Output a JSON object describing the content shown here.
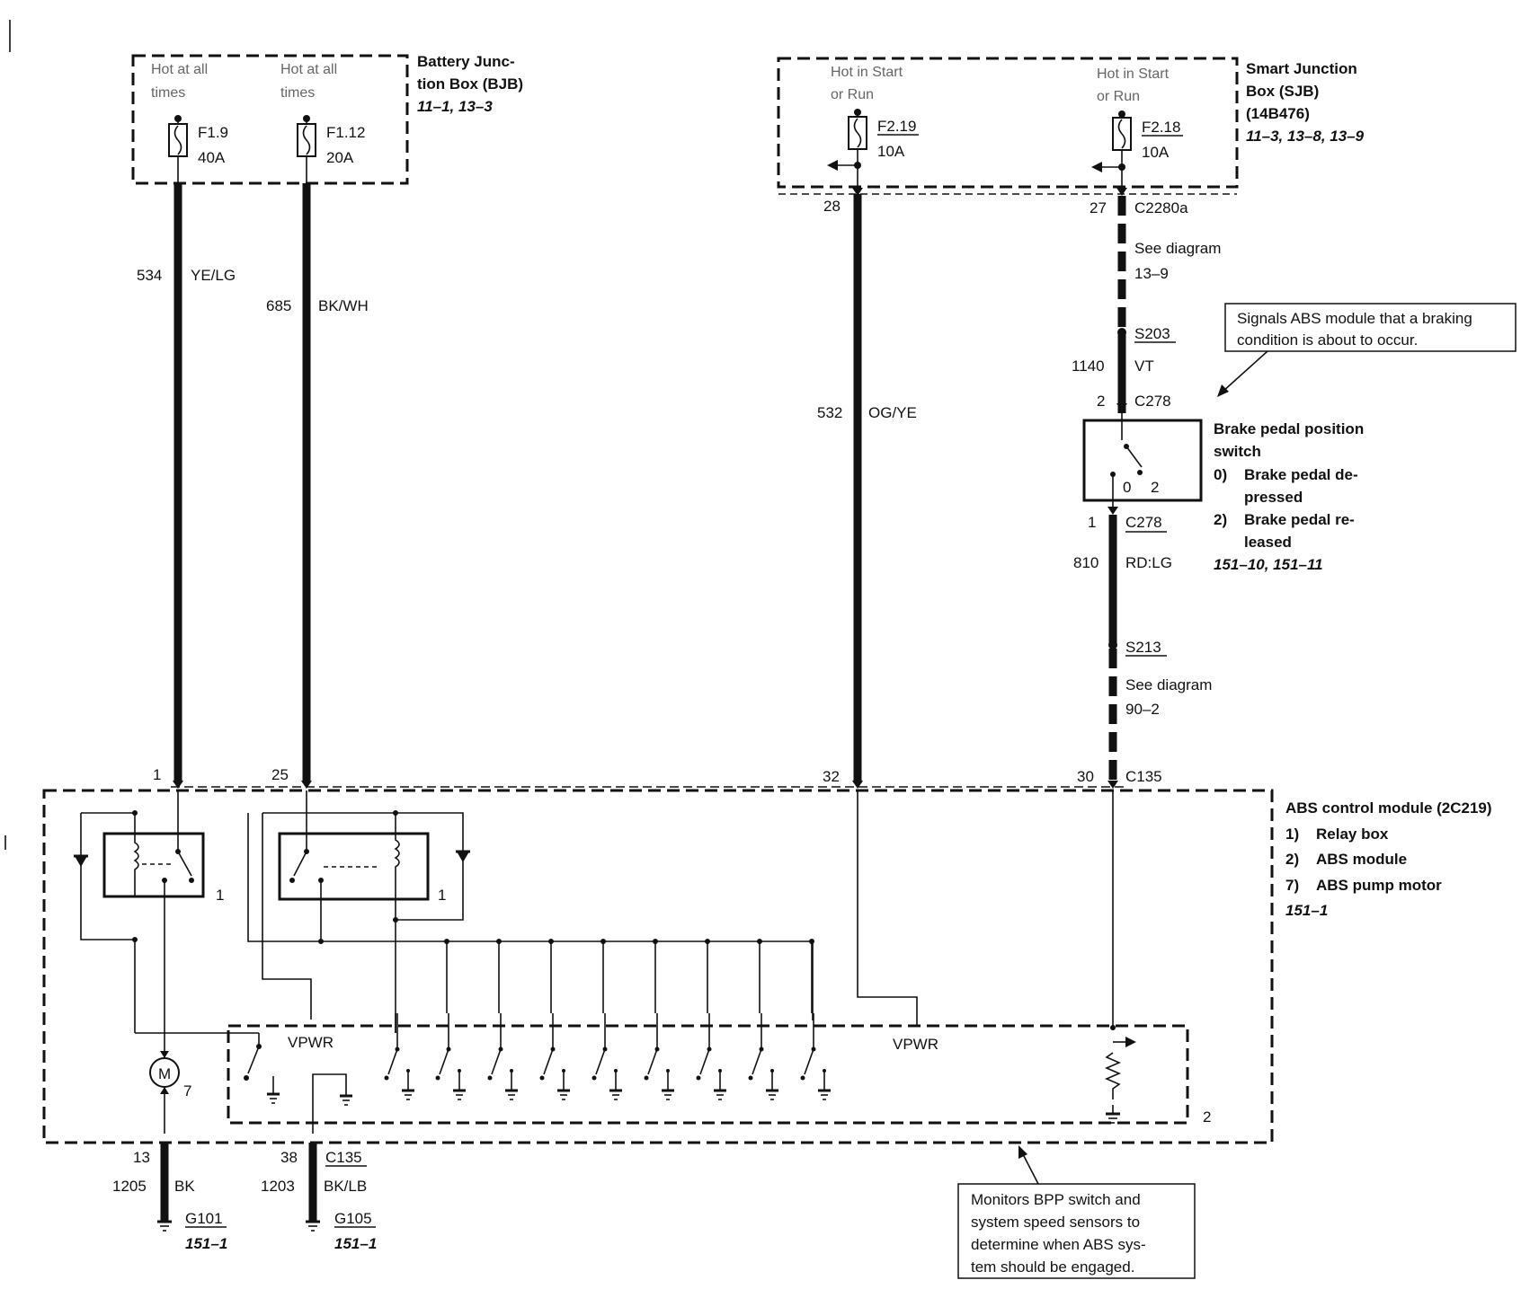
{
  "bjb": {
    "title_l1": "Battery Junc-",
    "title_l2": "tion Box (BJB)",
    "refs": "11–1, 13–3",
    "hot_l1": "Hot at all",
    "hot_l2": "times",
    "fuse1_name": "F1.9",
    "fuse1_amp": "40A",
    "fuse2_name": "F1.12",
    "fuse2_amp": "20A"
  },
  "sjb": {
    "title_l1": "Smart Junction",
    "title_l2": "Box (SJB)",
    "title_l3": "(14B476)",
    "refs": "11–3, 13–8, 13–9",
    "hot_l1": "Hot in Start",
    "hot_l2": "or Run",
    "fuse1_name": "F2.19",
    "fuse1_amp": "10A",
    "fuse2_name": "F2.18",
    "fuse2_amp": "10A"
  },
  "wires": {
    "w534_num": "534",
    "w534_color": "YE/LG",
    "w685_num": "685",
    "w685_color": "BK/WH",
    "w532_num": "532",
    "w532_color": "OG/YE",
    "w1140_num": "1140",
    "w1140_color": "VT",
    "w810_num": "810",
    "w810_color": "RD:LG",
    "w1205_num": "1205",
    "w1205_color": "BK",
    "w1203_num": "1203",
    "w1203_color": "BK/LB"
  },
  "connectors": {
    "c2280a": "C2280a",
    "pin28": "28",
    "pin27": "27",
    "c278": "C278",
    "c278_pin2": "2",
    "c278_pin1": "1",
    "c135": "C135",
    "pin1": "1",
    "pin25": "25",
    "pin32": "32",
    "pin30": "30",
    "pin13": "13",
    "pin38": "38",
    "s203": "S203",
    "s213": "S213"
  },
  "see_diagram": {
    "label": "See diagram",
    "ref1": "13–9",
    "ref2": "90–2"
  },
  "note_abs": {
    "l1": "Signals ABS module that a braking",
    "l2": "condition is about to occur."
  },
  "bpp": {
    "title_l1": "Brake pedal position",
    "title_l2": "switch",
    "s0_num": "0)",
    "s0_l1": "Brake pedal de-",
    "s0_l2": "pressed",
    "s2_num": "2)",
    "s2_l1": "Brake pedal re-",
    "s2_l2": "leased",
    "refs": "151–10, 151–11",
    "pos0": "0",
    "pos2": "2"
  },
  "abs": {
    "title": "ABS control module (2C219)",
    "i1_num": "1)",
    "i1": "Relay box",
    "i2_num": "2)",
    "i2": "ABS module",
    "i7_num": "7)",
    "i7": "ABS pump motor",
    "refs": "151–1",
    "vpwr": "VPWR",
    "relay_num": "1",
    "module_num": "2",
    "motor_num": "7",
    "motor_symbol": "M"
  },
  "grounds": {
    "g101": "G101",
    "g105": "G105",
    "refs": "151–1"
  },
  "note_bpp": {
    "l1": "Monitors BPP switch and",
    "l2": "system speed sensors to",
    "l3": "determine when ABS sys-",
    "l4": "tem should be engaged."
  }
}
